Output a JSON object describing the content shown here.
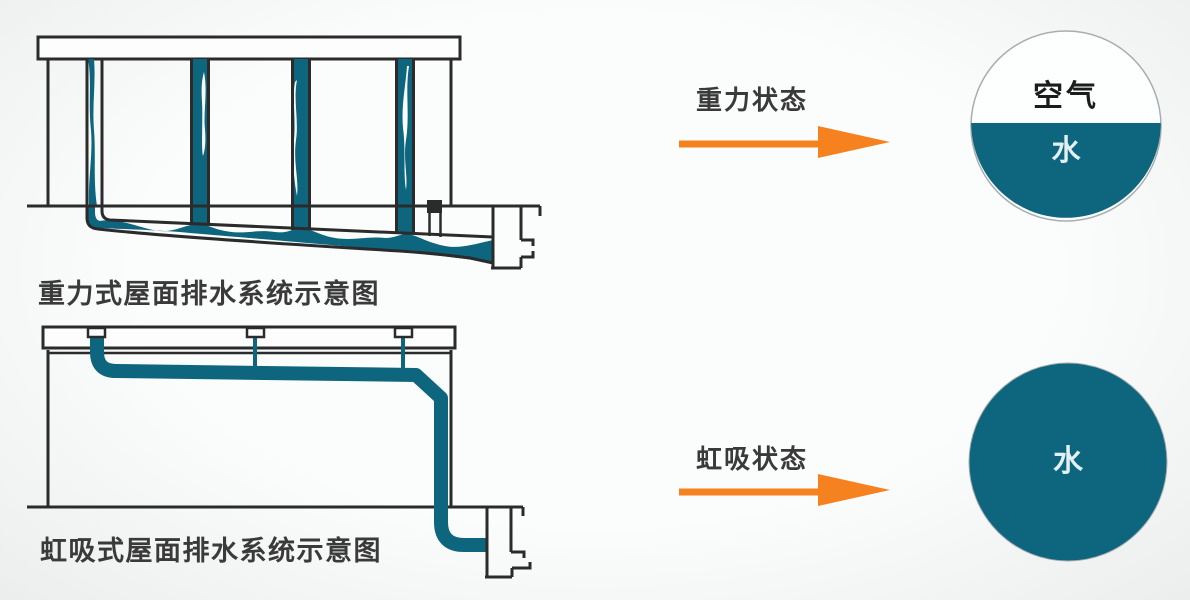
{
  "colors": {
    "background": "#f6f7f7",
    "water_teal": "#0e657e",
    "outline_dark": "#2b2b2b",
    "arrow_orange": "#f5821f",
    "caption_text": "#3a3a3a",
    "air_text": "#1c1c1c",
    "water_text": "#e3f1f6",
    "circle_stroke": "#a7adb0"
  },
  "gravity": {
    "caption": "重力式屋面排水系统示意图",
    "state_label": "重力状态",
    "circle": {
      "air_label": "空气",
      "water_label": "水"
    }
  },
  "siphonic": {
    "caption": "虹吸式屋面排水系统示意图",
    "state_label": "虹吸状态",
    "circle": {
      "water_label": "水"
    }
  }
}
